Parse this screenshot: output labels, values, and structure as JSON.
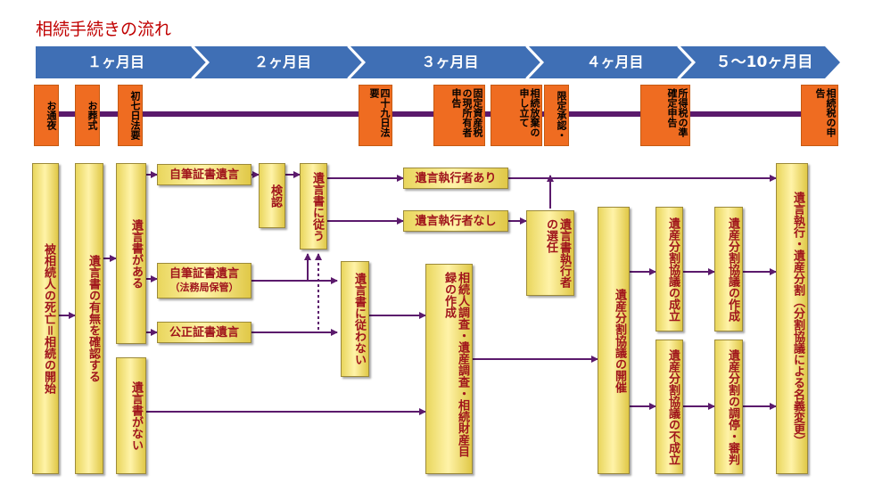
{
  "title": "相続手続きの流れ",
  "phases": [
    {
      "label": "１ヶ月目"
    },
    {
      "label": "２ヶ月目"
    },
    {
      "label": "３ヶ月目"
    },
    {
      "label": "４ヶ月目"
    },
    {
      "label": "５〜10ヶ月目"
    }
  ],
  "events": [
    {
      "label": "お通夜"
    },
    {
      "label": "お葬式"
    },
    {
      "label": "初七日法要"
    },
    {
      "label": "四十九日法要"
    },
    {
      "label": "固定資産税の現所有者申告"
    },
    {
      "label": "相続放棄の申し立て"
    },
    {
      "label": "限定承認・"
    },
    {
      "label": "所得税の準確定申告"
    },
    {
      "label": "相続税の申告"
    }
  ],
  "boxes": {
    "death": "被相続人の死亡＝相続の開始",
    "check_will": "遺言書の有無を確認する",
    "will_exists": "遺言書がある",
    "no_will": "遺言書がない",
    "holograph": "自筆証書遺言",
    "holograph_bureau": "自筆証書遺言",
    "holograph_bureau_sub": "（法務局保管）",
    "notarial": "公正証書遺言",
    "probate": "検認",
    "follow_will": "遺言書に従う",
    "not_follow_will": "遺言書に従わない",
    "executor_yes": "遺言執行者あり",
    "executor_no": "遺言執行者なし",
    "executor_select": "遺言書執行者の選任",
    "heir_survey": "相続人調査・遺産調査・相続財産目録の作成",
    "division_meeting": "遺産分割協議の開催",
    "agreement_reached": "遺産分割協議の成立",
    "agreement_failed": "遺産分割協議の不成立",
    "agreement_doc": "遺産分割協議の作成",
    "mediation": "遺産分割の調停・審判",
    "execution": "遺言執行・遺産分割（分割協議による名義変更）"
  },
  "colors": {
    "timeline": "#5b1a6c",
    "chevron": "#3f6fb5",
    "event": "#ef6c21",
    "box_text": "#a0151c"
  }
}
